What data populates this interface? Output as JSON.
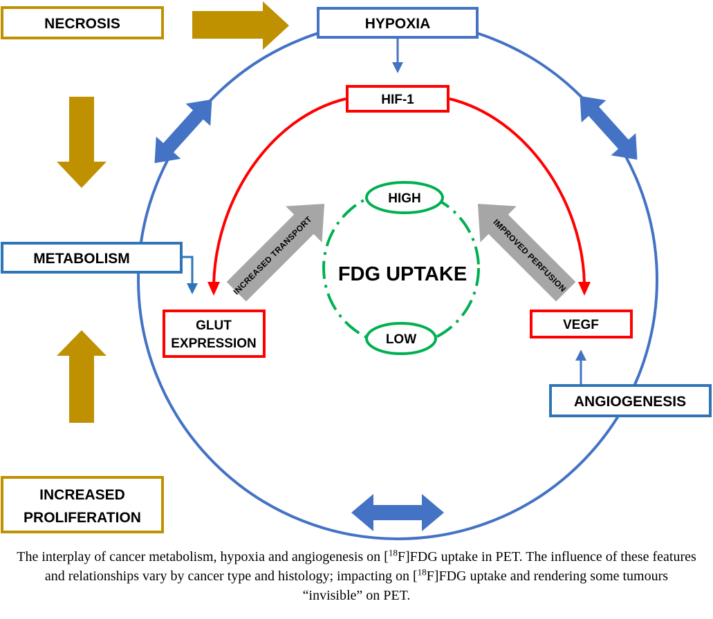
{
  "nodes": {
    "necrosis": "NECROSIS",
    "hypoxia": "HYPOXIA",
    "hif1": "HIF-1",
    "metabolism": "METABOLISM",
    "glut_line1": "GLUT",
    "glut_line2": "EXPRESSION",
    "vegf": "VEGF",
    "angiogenesis": "ANGIOGENESIS",
    "proliferation_line1": "INCREASED",
    "proliferation_line2": "PROLIFERATION",
    "high": "HIGH",
    "low": "LOW",
    "fdg_uptake": "FDG UPTAKE"
  },
  "arrow_labels": {
    "increased_transport": "INCREASED TRANSPORT",
    "improved_perfusion": "IMPROVED PERFUSION"
  },
  "caption": {
    "part1": "The interplay of cancer metabolism, hypoxia and angiogenesis on [",
    "sup1": "18",
    "part2": "F]FDG uptake in PET. The influence of these features and relationships vary by cancer type and histology; impacting on [",
    "sup2": "18",
    "part3": "F]FDG uptake and rendering some tumours “invisible” on PET."
  },
  "colors": {
    "gold": "#BF9000",
    "blue": "#4472C4",
    "box_blue": "#2E75B6",
    "red": "#FF0000",
    "green": "#00B050",
    "gray": "#A6A6A6"
  }
}
